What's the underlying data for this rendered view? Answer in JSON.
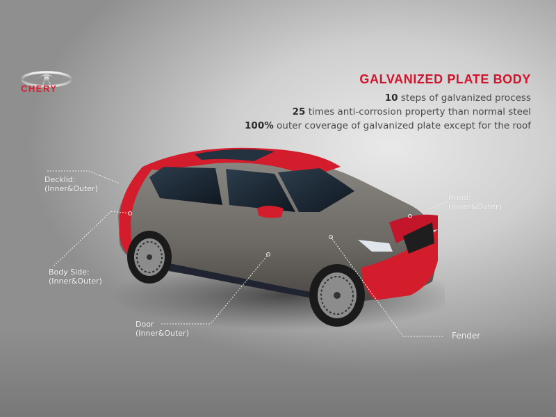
{
  "brand": {
    "name": "CHERY",
    "logo_icon": "chery-emblem-icon",
    "color": "#d8202f"
  },
  "headline": {
    "title": "GALVANIZED PLATE BODY",
    "title_color": "#d1142b",
    "points": [
      {
        "bold": "10",
        "text": " steps of galvanized process"
      },
      {
        "bold": "25",
        "text": " times anti-corrosion property than normal steel"
      },
      {
        "bold": "100%",
        "text": " outer coverage of galvanized plate except for the roof"
      }
    ]
  },
  "car": {
    "image": "suv-grey-red-body",
    "body_color": "#6f6b66",
    "accent_color": "#d31c2c"
  },
  "callouts": [
    {
      "id": "decklid",
      "line1": "Decklid:",
      "line2": "(Inner&Outer)"
    },
    {
      "id": "body-side",
      "line1": "Body Side:",
      "line2": "(Inner&Outer)"
    },
    {
      "id": "door",
      "line1": "Door",
      "line2": "(Inner&Outer)"
    },
    {
      "id": "hood",
      "line1": "Hood:",
      "line2": "(Inner&Outer)"
    },
    {
      "id": "fender",
      "line1": "Fender",
      "line2": ""
    }
  ]
}
